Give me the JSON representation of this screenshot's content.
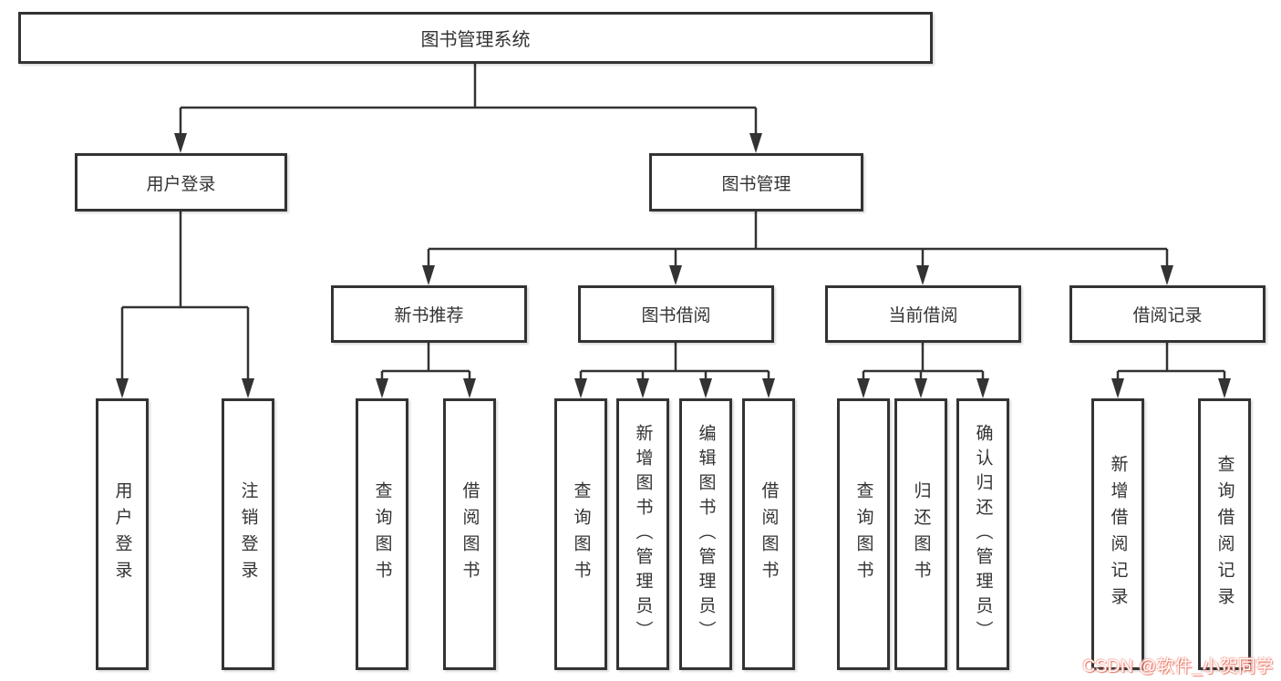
{
  "diagram": {
    "root": {
      "label": "图书管理系统"
    },
    "branches": {
      "user_login": {
        "label": "用户登录",
        "children": [
          {
            "label": "用户登录"
          },
          {
            "label": "注销登录"
          }
        ]
      },
      "book_management": {
        "label": "图书管理",
        "sections": [
          {
            "label": "新书推荐",
            "children": [
              {
                "label": "查询图书"
              },
              {
                "label": "借阅图书"
              }
            ]
          },
          {
            "label": "图书借阅",
            "children": [
              {
                "label": "查询图书"
              },
              {
                "label": "新增图书（管理员）"
              },
              {
                "label": "编辑图书（管理员）"
              },
              {
                "label": "借阅图书"
              }
            ]
          },
          {
            "label": "当前借阅",
            "children": [
              {
                "label": "查询图书"
              },
              {
                "label": "归还图书"
              },
              {
                "label": "确认归还（管理员）"
              }
            ]
          },
          {
            "label": "借阅记录",
            "children": [
              {
                "label": "新增借阅记录"
              },
              {
                "label": "查询借阅记录"
              }
            ]
          }
        ]
      }
    },
    "colors": {
      "line": "#333333",
      "box_border": "#333333",
      "text": "#333333",
      "background": "#ffffff",
      "watermark_text": "#ffffff",
      "watermark_shadow": "#eb6450"
    }
  },
  "watermark": {
    "text": "CSDN @软件_小贺同学"
  }
}
